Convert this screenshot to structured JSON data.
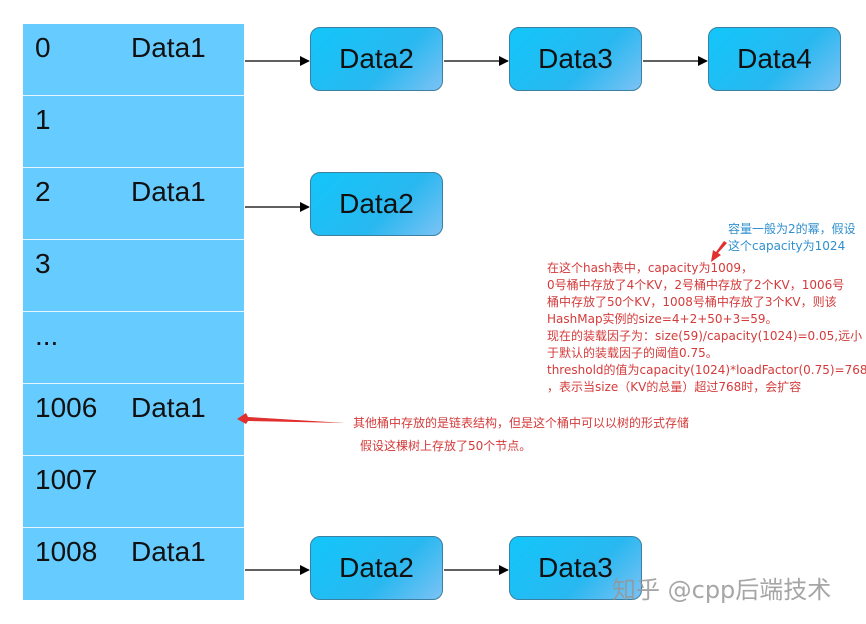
{
  "buckets": [
    {
      "index": "0",
      "value": "Data1"
    },
    {
      "index": "1",
      "value": ""
    },
    {
      "index": "2",
      "value": "Data1"
    },
    {
      "index": "3",
      "value": ""
    },
    {
      "index": "...",
      "value": ""
    },
    {
      "index": "1006",
      "value": "Data1"
    },
    {
      "index": "1007",
      "value": ""
    },
    {
      "index": "1008",
      "value": "Data1"
    }
  ],
  "chains": {
    "bucket0": [
      "Data2",
      "Data3",
      "Data4"
    ],
    "bucket2": [
      "Data2"
    ],
    "bucket1008": [
      "Data2",
      "Data3"
    ]
  },
  "notes": {
    "capacity": [
      "容量一般为2的幂，假设",
      "这个capacity为1024"
    ],
    "explanation": [
      "在这个hash表中，capacity为1009，",
      "0号桶中存放了4个KV，2号桶中存放了2个KV，1006号",
      "桶中存放了50个KV，1008号桶中存放了3个KV，则该",
      "HashMap实例的size=4+2+50+3=59。",
      "现在的装载因子为：size(59)/capacity(1024)=0.05,远小",
      "于默认的装载因子的阈值0.75。",
      "threshold的值为capacity(1024)*loadFactor(0.75)=768",
      "，表示当size（KV的总量）超过768时，会扩容"
    ],
    "tree": [
      "其他桶中存放的是链表结构，但是这个桶中可以以树的形式存储",
      "假设这棵树上存放了50个节点。"
    ]
  },
  "watermark": "知乎 @cpp后端技术",
  "colors": {
    "bucket": "#66ccff",
    "node": "#12c6fa",
    "note_red": "#d43b3b",
    "note_blue": "#2f8fd0"
  }
}
